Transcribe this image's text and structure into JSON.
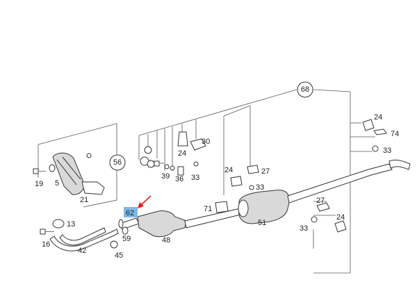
{
  "callouts": {
    "p68": "68",
    "p56": "56",
    "p24_top": "24",
    "p74": "74",
    "p33_right": "33",
    "p30": "30",
    "p24_mid": "24",
    "p39": "39",
    "p36": "36",
    "p33_mid": "33",
    "p24_a": "24",
    "p27_a": "27",
    "p33_b": "33",
    "p19": "19",
    "p5": "5",
    "p21": "21",
    "p13": "13",
    "p16": "16",
    "p42": "42",
    "p62": "62",
    "p59": "59",
    "p45": "45",
    "p48": "48",
    "p71": "71",
    "p51": "51",
    "p27_b": "27",
    "p33_c": "33",
    "p24_b": "24"
  },
  "highlight": {
    "color": "#7fb8e6"
  },
  "arrow": {
    "color": "#e02020"
  }
}
